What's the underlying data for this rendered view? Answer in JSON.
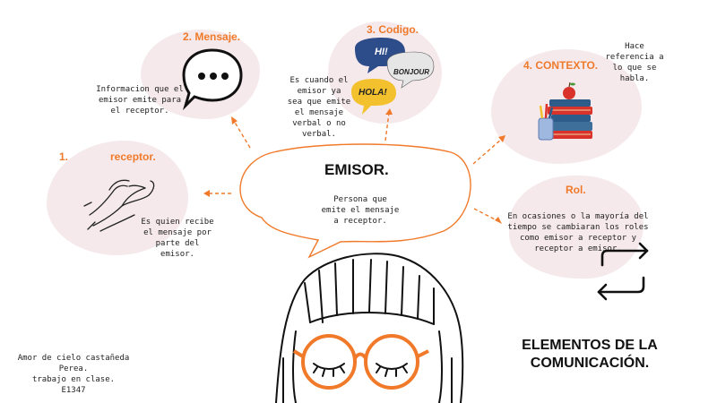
{
  "center": {
    "title": "EMISOR.",
    "description": "Persona que\nemite el mensaje\na receptor."
  },
  "receptor": {
    "number": "1.",
    "title": "receptor.",
    "description": "Es quien recibe\nel mensaje por\nparte del\nemisor."
  },
  "mensaje": {
    "title": "2. Mensaje.",
    "description": "Informacion que el\nemisor emite para\nel receptor."
  },
  "codigo": {
    "title": "3. Codigo.",
    "description": "Es cuando el\nemisor ya\nsea que emite\nel mensaje\nverbal o no\nverbal.",
    "bubbles": [
      "HI!",
      "BONJOUR",
      "HOLA!"
    ]
  },
  "contexto": {
    "title": "4. CONTEXTO.",
    "description": "Hace\nreferencia a\nlo que se\nhabla."
  },
  "rol": {
    "title": "Rol.",
    "description": "En ocasiones o la mayoría del\ntiempo se cambiaran los roles\ncomo emisor a receptor y\nreceptor a emisor."
  },
  "main_title": "ELEMENTOS DE LA\nCOMUNICACIÓN.",
  "author": "Amor de cielo castañeda\nPerea.\ntrabajo en clase.\nE1347",
  "colors": {
    "accent": "#f07a2a",
    "blob": "#f5e9ec",
    "code_blue": "#2d4c8a",
    "code_yellow": "#f3c12e",
    "code_light": "#e6e6e6"
  },
  "icons": [
    "chat-bubble-icon",
    "receiving-hands-icon",
    "books-apple-icon",
    "swap-arrows-icon",
    "girl-with-glasses-illustration"
  ]
}
